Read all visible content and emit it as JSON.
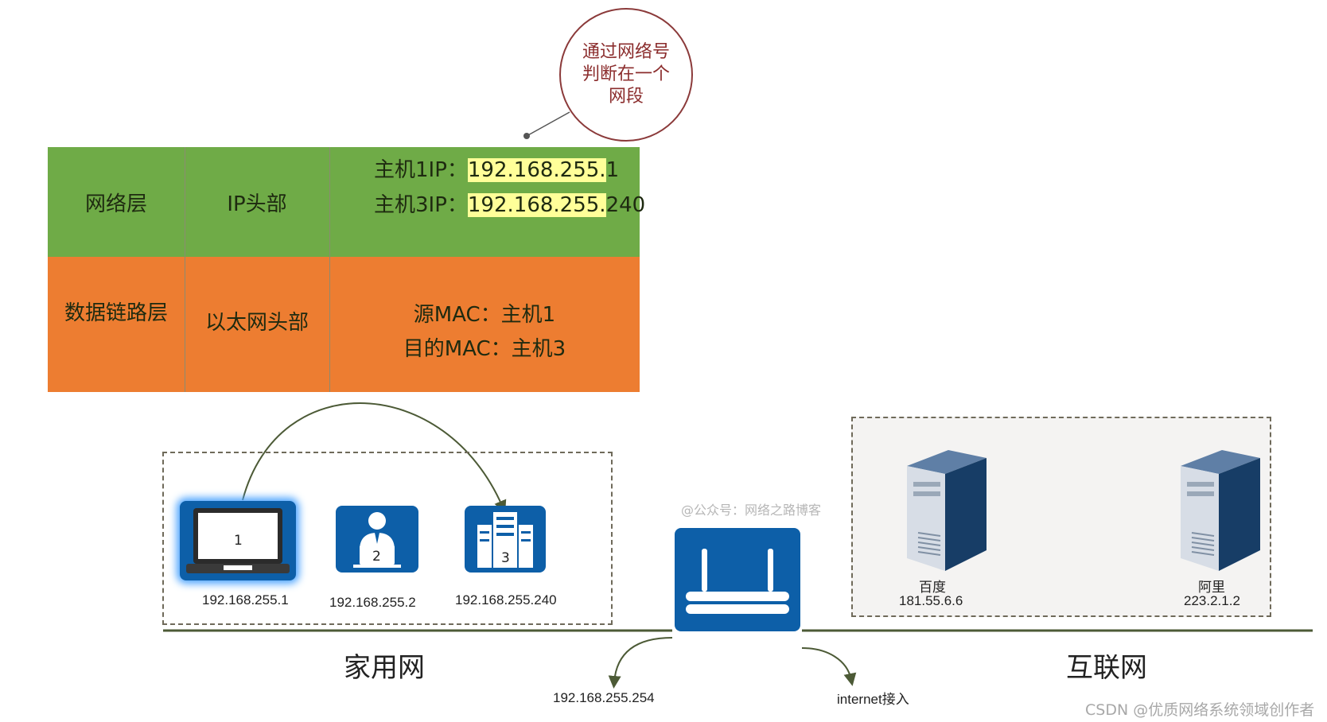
{
  "callout": {
    "lines": [
      "通过网络号",
      "判断在一个",
      "网段"
    ]
  },
  "table": {
    "network": {
      "layer": "网络层",
      "header": "IP头部",
      "ip1_label": "主机1IP：",
      "ip1_prefix": "192.168.255.",
      "ip1_suffix": "1",
      "ip3_label": "主机3IP：",
      "ip3_prefix": "192.168.255.",
      "ip3_suffix": "240"
    },
    "datalink": {
      "layer": "数据链路层",
      "header": "以太网头部",
      "src_mac": "源MAC：主机1",
      "dst_mac": "目的MAC：主机3"
    },
    "colors": {
      "network": "#6fab47",
      "datalink": "#ed7d31",
      "highlight": "#ffff99"
    }
  },
  "home_network": {
    "label": "家用网",
    "devices": [
      {
        "id": "1",
        "type": "laptop-icon",
        "ip": "192.168.255.1"
      },
      {
        "id": "2",
        "type": "user-computer-icon",
        "ip": "192.168.255.2"
      },
      {
        "id": "3",
        "type": "server-rack-icon",
        "ip": "192.168.255.240"
      }
    ]
  },
  "router": {
    "lan_ip": "192.168.255.254",
    "wan_label": "internet接入",
    "icon": "router-icon",
    "color": "#0d5fa8"
  },
  "internet": {
    "label": "互联网",
    "servers": [
      {
        "name": "百度",
        "ip": "181.55.6.6",
        "icon": "server-tower-icon"
      },
      {
        "name": "阿里",
        "ip": "223.2.1.2",
        "icon": "server-tower-icon"
      }
    ]
  },
  "watermarks": {
    "center": "@公众号：网络之路博客",
    "corner": "CSDN @优质网络系统领域创作者"
  }
}
